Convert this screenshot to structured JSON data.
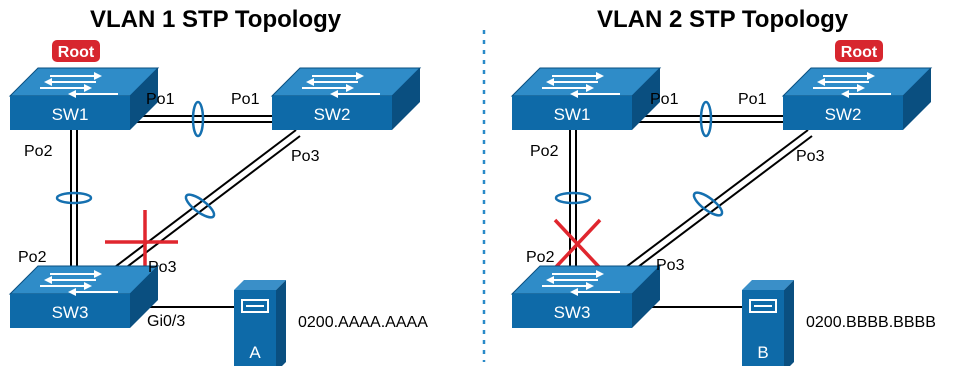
{
  "topologies": [
    {
      "title": "VLAN 1 STP Topology",
      "root_badge": "Root",
      "switches": [
        "SW1",
        "SW2",
        "SW3"
      ],
      "link_labels": {
        "sw1_sw2_a": "Po1",
        "sw1_sw2_b": "Po1",
        "sw1_sw3_top": "Po2",
        "sw1_sw3_bottom": "Po2",
        "sw2_sw3_top": "Po3",
        "sw2_sw3_bottom": "Po3",
        "server_port": "Gi0/3"
      },
      "server": {
        "label": "A",
        "mac": "0200.AAAA.AAAA"
      }
    },
    {
      "title": "VLAN 2 STP Topology",
      "root_badge": "Root",
      "switches": [
        "SW1",
        "SW2",
        "SW3"
      ],
      "link_labels": {
        "sw1_sw2_a": "Po1",
        "sw1_sw2_b": "Po1",
        "sw1_sw3_top": "Po2",
        "sw1_sw3_bottom": "Po2",
        "sw2_sw3_top": "Po3",
        "sw2_sw3_bottom": "Po3"
      },
      "server": {
        "label": "B",
        "mac": "0200.BBBB.BBBB"
      }
    }
  ],
  "colors": {
    "switch_top": "#2f8cc8",
    "switch_front": "#0e6aa8",
    "switch_side": "#0a4f80",
    "block_mark": "#e0262e",
    "root_badge": "#d7262e",
    "divider": "#2a8ac8",
    "etherchannel_ring": "#1570b0"
  }
}
